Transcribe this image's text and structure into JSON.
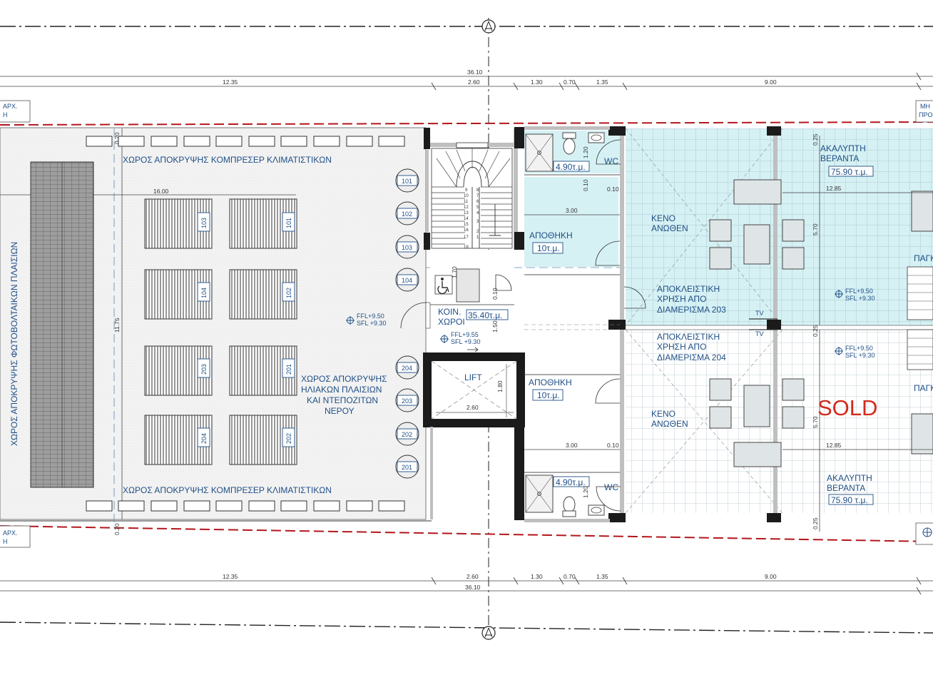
{
  "colors": {
    "label_blue": "#1f4f86",
    "cyan_fill": "#d6f1f4",
    "property_line_red": "#b3161b",
    "sold_red": "#d12a1c",
    "wall_black": "#1b1b1b",
    "roof_hatch": "#f2f2f2"
  },
  "dimensions": {
    "top_total": "36.10",
    "top_segments": [
      "12.35",
      "2.60",
      "1.30",
      "0.70",
      "1.35",
      "9.00"
    ],
    "bottom_total": "36.10",
    "bottom_segments": [
      "12.35",
      "2.60",
      "1.30",
      "0.70",
      "1.35",
      "9.00"
    ],
    "roof_width": "16.00",
    "roof_depth": "11.75",
    "edge_top": "0.20",
    "edge_bottom": "0.20",
    "stair_width": "1.70",
    "corridor_w": "1.50",
    "lift_depth": "1.80",
    "lift_width": "2.60",
    "storage_width_top": "3.00",
    "storage_width_bottom": "3.00",
    "wc_top": "1.20",
    "wc_bottom": "1.20",
    "gap_010": "0.10",
    "veranda_width_top": "12.85",
    "veranda_width_bottom": "12.85",
    "veranda_depth_top": "5.70",
    "veranda_depth_bottom": "5.70",
    "veranda_edge_top": "0.25",
    "veranda_edge_mid": "0.25",
    "veranda_edge_bottom": "0.25"
  },
  "edge_labels": {
    "left_top": [
      "ΑΡΧ.",
      "Η"
    ],
    "left_bottom": [
      "ΑΡΧ.",
      "Η"
    ],
    "right_top": [
      "ΜΗ",
      "ΠΡΟ"
    ]
  },
  "roof": {
    "compressor_top": "ΧΩΡΟΣ ΑΠΟΚΡΥΨΗΣ ΚΟΜΠΡΕΣΕΡ ΚΛΙΜΑΤΙΣΤΙΚΩΝ",
    "compressor_bottom": "ΧΩΡΟΣ ΑΠΟΚΡΥΨΗΣ ΚΟΜΠΡΕΣΕΡ ΚΛΙΜΑΤΙΣΤΙΚΩΝ",
    "pv_label": "ΧΩΡΟΣ ΑΠΟΚΡΥΨΗΣ ΦΩΤΟΒΟΛΤΑΙΚΩΝ ΠΛΑΙΣΙΩΝ",
    "solar_label": [
      "ΧΩΡΟΣ ΑΠΟΚΡΥΨΗΣ",
      "ΗΛΙΑΚΩΝ ΠΛΑΙΣΙΩΝ",
      "ΚΑΙ ΝΤΕΠΟΖΙΤΩΝ",
      "ΝΕΡΟΥ"
    ],
    "level_ffl": "FFL+9.50",
    "level_sfl": "SFL +9.30",
    "heater_left_col": [
      "103",
      "104",
      "203",
      "204"
    ],
    "heater_right_col": [
      "101",
      "102",
      "201",
      "202"
    ],
    "tank_tags_top": [
      "101",
      "102",
      "103",
      "104"
    ],
    "tank_tags_bottom": [
      "204",
      "203",
      "202",
      "201"
    ]
  },
  "core": {
    "stair_numbers": [
      "9",
      "10",
      "11",
      "12",
      "13",
      "14",
      "15",
      "16",
      "17",
      "18",
      "1",
      "2",
      "3",
      "4",
      "5",
      "6",
      "7",
      "8"
    ],
    "common_label": [
      "ΚΟΙΝ.",
      "ΧΩΡΟΙ"
    ],
    "common_area": "35.40τ.μ.",
    "level_ffl": "FFL+9.55",
    "level_sfl": "SFL +9.30",
    "lift_label": "LIFT"
  },
  "units": {
    "top": {
      "shower_area": "4.90τ.μ.",
      "wc": "WC",
      "storage_label": "ΑΠΟΘΗΚΗ",
      "storage_area": "10τ.μ.",
      "void": [
        "ΚΕΝΟ",
        "ΑΝΩΘΕΝ"
      ],
      "veranda": [
        "ΑΚΑΛΥΠΤΗ",
        "ΒΕΡΑΝΤΑ"
      ],
      "veranda_area": "75.90 τ.μ.",
      "exclusive": [
        "ΑΠΟΚΛΕΙΣΤΙΚΗ",
        "ΧΡΗΣΗ ΑΠΟ",
        "ΔΙΑΜΕΡΙΣΜΑ 203"
      ],
      "tv": "TV",
      "level_ffl": "FFL+9.50",
      "level_sfl": "SFL +9.30",
      "edge_text": "ΠΑΓΚ"
    },
    "bottom": {
      "shower_area": "4.90τ.μ.",
      "wc": "WC",
      "storage_label": "ΑΠΟΘΗΚΗ",
      "storage_area": "10τ.μ.",
      "void": [
        "ΚΕΝΟ",
        "ΑΝΩΘΕΝ"
      ],
      "veranda": [
        "ΑΚΑΛΥΠΤΗ",
        "ΒΕΡΑΝΤΑ"
      ],
      "veranda_area": "75.90 τ.μ.",
      "exclusive": [
        "ΑΠΟΚΛΕΙΣΤΙΚΗ",
        "ΧΡΗΣΗ ΑΠΟ",
        "ΔΙΑΜΕΡΙΣΜΑ 204"
      ],
      "tv": "TV",
      "level_ffl": "FFL+9.50",
      "level_sfl": "SFL +9.30",
      "edge_text": "ΠΑΓΚ",
      "status": "SOLD"
    }
  }
}
